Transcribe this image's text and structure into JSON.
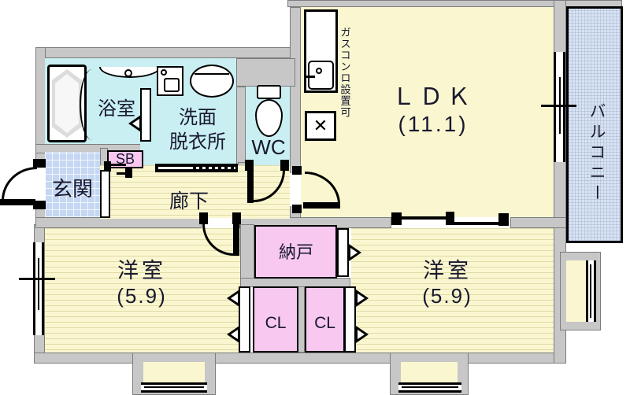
{
  "floorplan": {
    "rooms": {
      "ldk": {
        "label": "ＬＤＫ",
        "size": "(11.1)"
      },
      "balcony": {
        "label": "バルコニー"
      },
      "bath": {
        "label": "浴室"
      },
      "washroom": {
        "line1": "洗面",
        "line2": "脱衣所"
      },
      "wc": {
        "label": "WC"
      },
      "entrance": {
        "label": "玄関"
      },
      "shoe_box": {
        "label": "SB"
      },
      "corridor": {
        "label": "廊下"
      },
      "bedroom_left": {
        "label": "洋室",
        "size": "(5.9)"
      },
      "bedroom_right": {
        "label": "洋室",
        "size": "(5.9)"
      },
      "storage": {
        "label": "納戸"
      },
      "closet_left": {
        "label": "CL"
      },
      "closet_right": {
        "label": "CL"
      }
    },
    "annotations": {
      "gas_stove_note": "ガスコンロ設置可"
    },
    "colors": {
      "room_yellow": "#FAF7D0",
      "room_cyan": "#C9EFF2",
      "room_pink": "#F8C8F0",
      "entrance_blue": "#C5D7F2",
      "balcony_blue": "#D8E3F3",
      "wall_gray": "#C7C7C7",
      "line_black": "#000000",
      "text_navy": "#18182F"
    }
  }
}
